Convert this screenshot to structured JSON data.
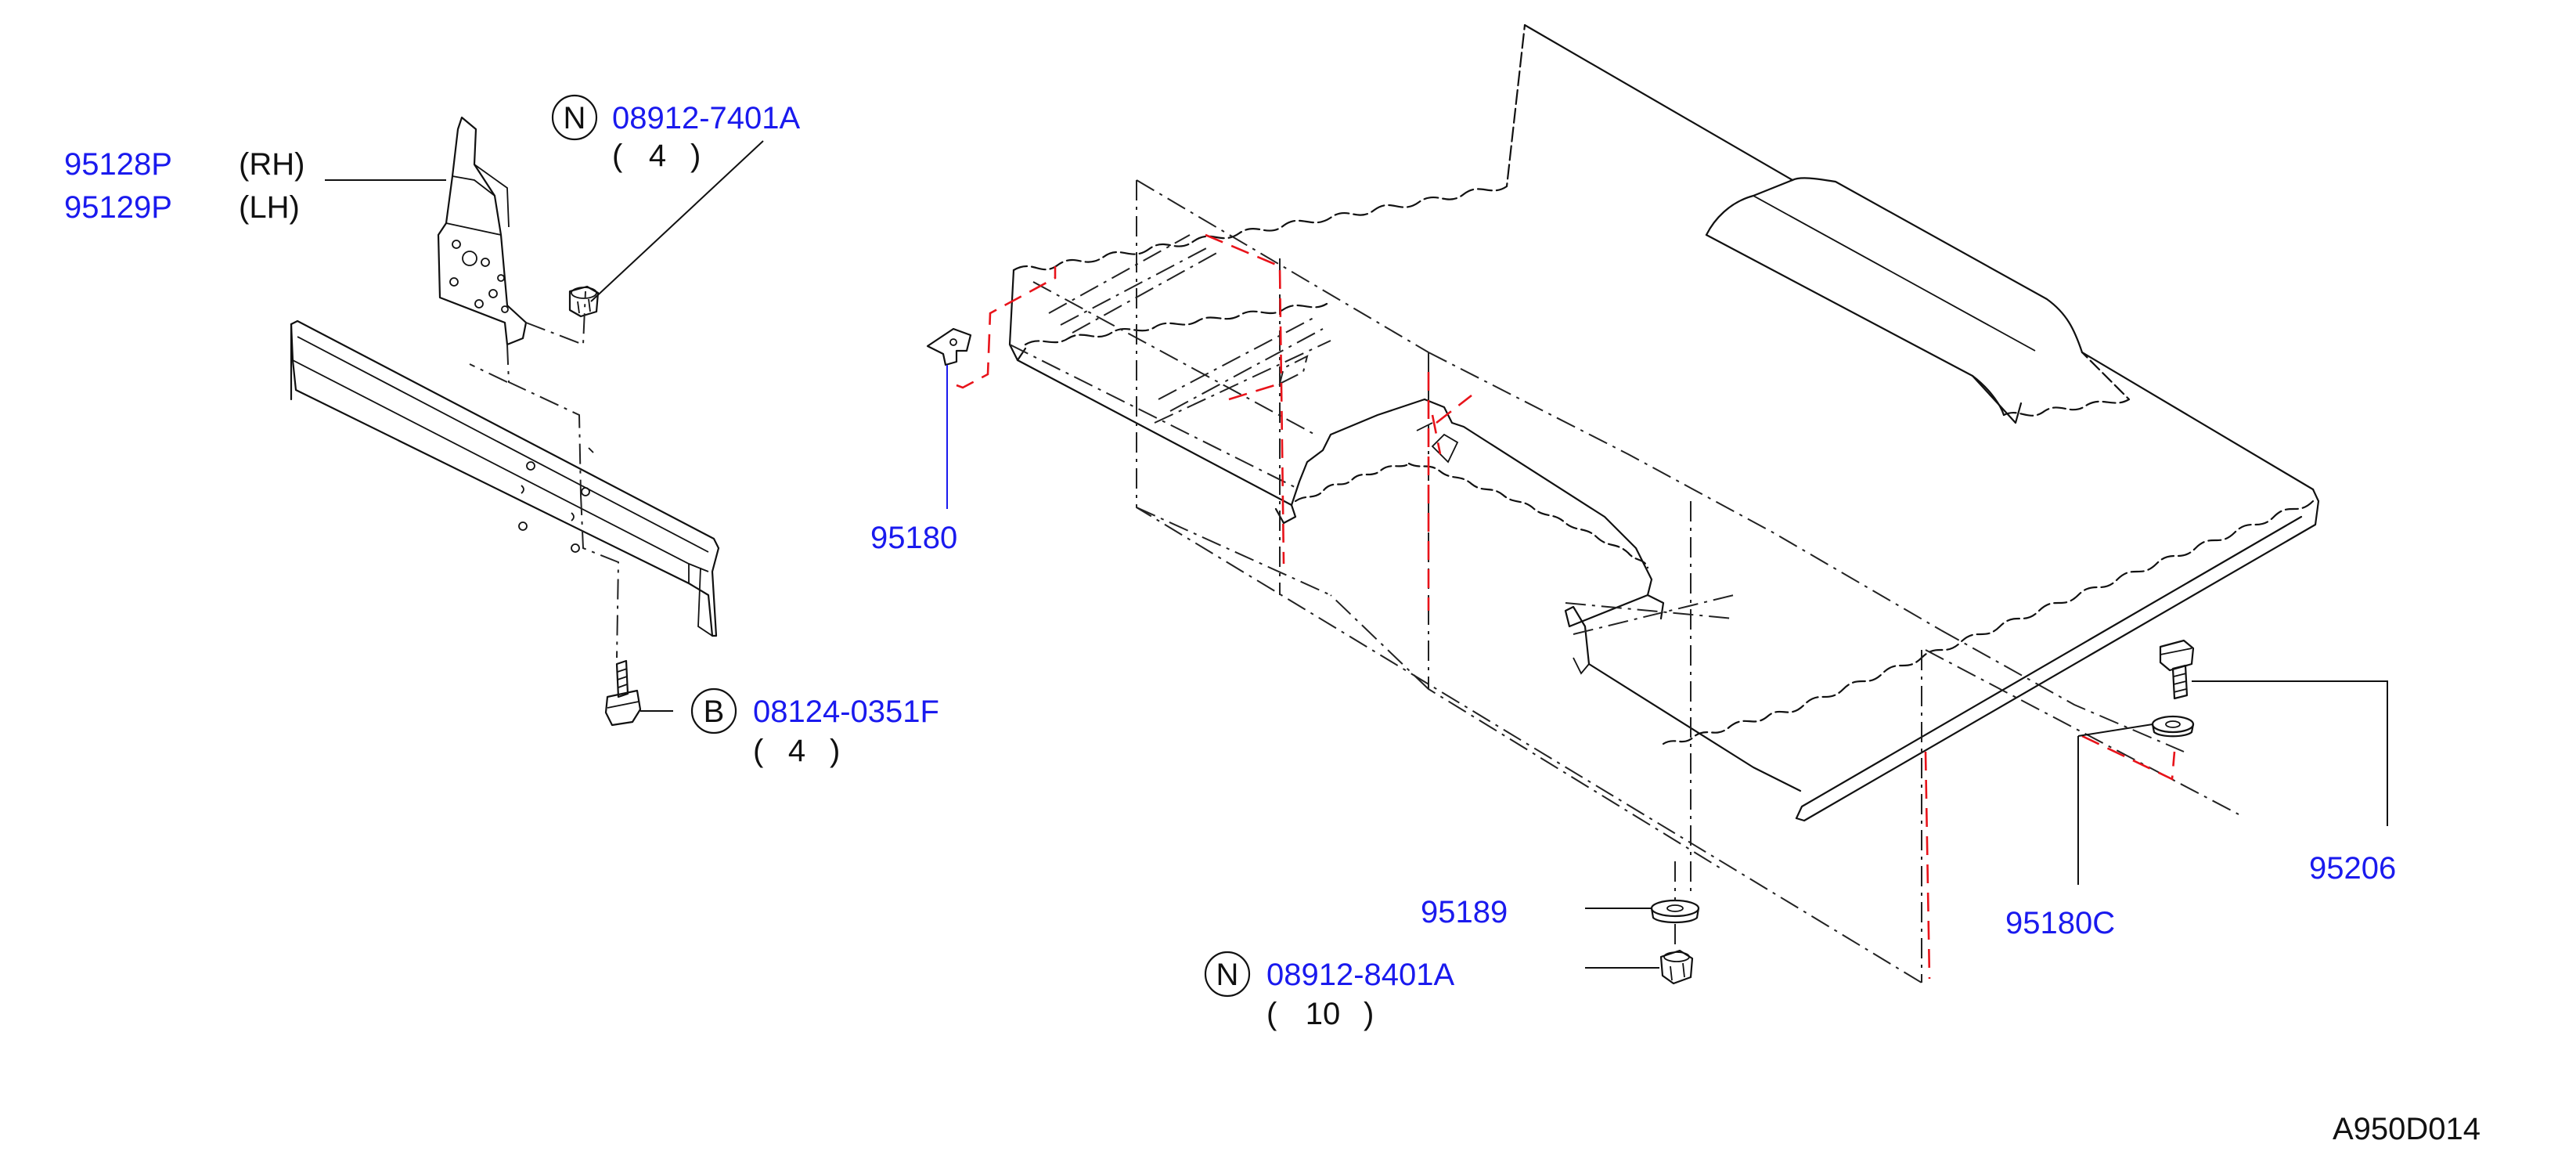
{
  "callouts": {
    "p95128": {
      "part": "95128P",
      "side": "(RH)"
    },
    "p95129": {
      "part": "95129P",
      "side": "(LH)"
    },
    "nut_top": {
      "symbol": "N",
      "part": "08912-7401A",
      "qty_open": "(",
      "qty": "4",
      "qty_close": ")"
    },
    "bolt_b": {
      "symbol": "B",
      "part": "08124-0351F",
      "qty_open": "(",
      "qty": "4",
      "qty_close": ")"
    },
    "p95180": {
      "part": "95180"
    },
    "p95189": {
      "part": "95189"
    },
    "nut_bottom": {
      "symbol": "N",
      "part": "08912-8401A",
      "qty_open": "(",
      "qty": "10",
      "qty_close": ")"
    },
    "p95180c": {
      "part": "95180C"
    },
    "p95206": {
      "part": "95206"
    }
  },
  "diagram_code": "A950D014",
  "colors": {
    "part_number": "#1a1aee",
    "highlight_line": "#e8131a",
    "linework": "#111111"
  }
}
